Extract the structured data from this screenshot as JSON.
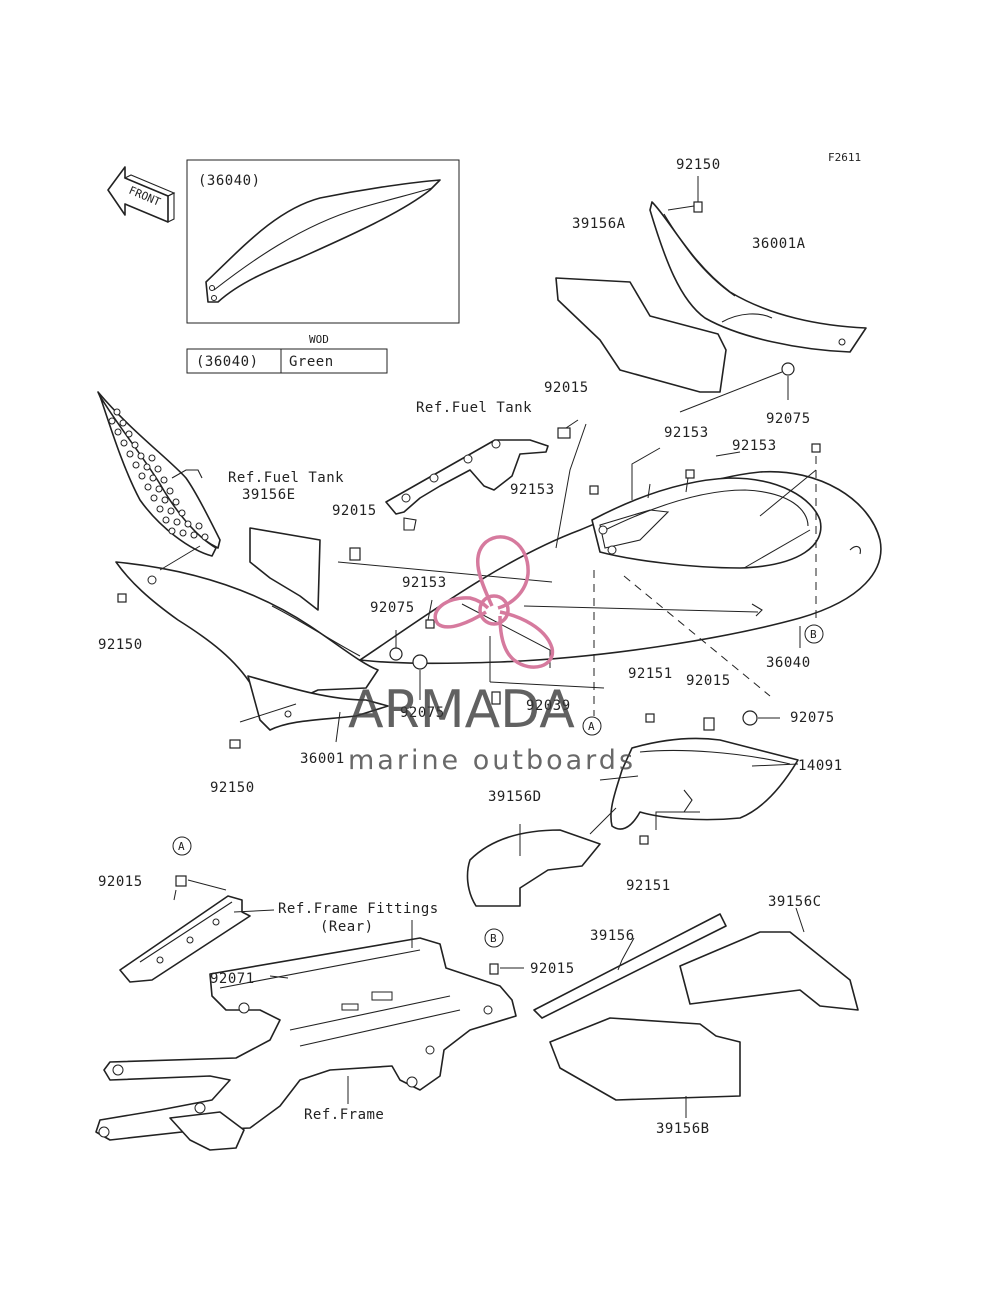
{
  "figure_code": "F2611",
  "front_arrow": "FRONT",
  "inset": {
    "part": "(36040)"
  },
  "color_table": {
    "header": "WOD",
    "part": "(36040)",
    "color": "Green"
  },
  "refs": {
    "fuel_tank_1": "Ref.Fuel Tank",
    "fuel_tank_2": "Ref.Fuel Tank",
    "frame_fittings_1": "Ref.Frame Fittings",
    "frame_fittings_2": "(Rear)",
    "frame": "Ref.Frame"
  },
  "markers": {
    "a": "A",
    "b": "B"
  },
  "parts": {
    "p92150_top": "92150",
    "p39156A": "39156A",
    "p36001A": "36001A",
    "p92075_top": "92075",
    "p92015_top": "92015",
    "p92153_a": "92153",
    "p92153_b": "92153",
    "p92153_c": "92153",
    "p92153_d": "92153",
    "p39156E": "39156E",
    "p92015_left": "92015",
    "p92150_left": "92150",
    "p92075_mid": "92075",
    "p92075_low": "92075",
    "p36040": "36040",
    "p92151_top": "92151",
    "p92015_right": "92015",
    "p92075_right": "92075",
    "p92039": "92039",
    "p14091": "14091",
    "p36001": "36001",
    "p92150_bottom": "92150",
    "p39156D": "39156D",
    "p92151_bottom": "92151",
    "p92015_a": "92015",
    "p92015_b": "92015",
    "p92071": "92071",
    "p39156": "39156",
    "p39156C": "39156C",
    "p39156B": "39156B"
  },
  "watermark": {
    "brand": "ARMADA",
    "tagline": "marine outboards",
    "logo_color": "#d67a9e"
  }
}
